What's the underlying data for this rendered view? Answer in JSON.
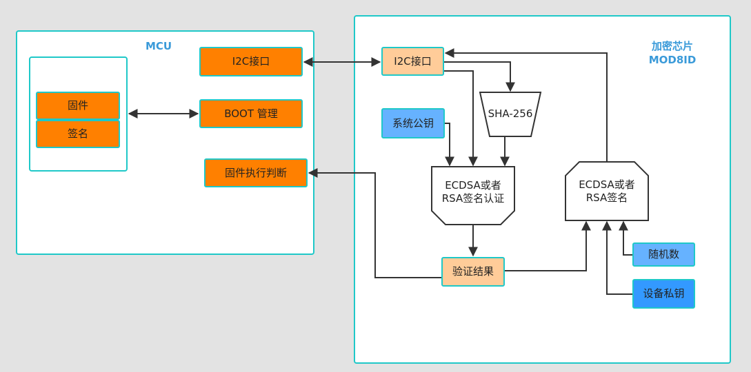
{
  "mcu": {
    "title": "MCU",
    "i2c_label": "I2C接口",
    "firmware_label": "固件",
    "signature_label": "签名",
    "boot_label": "BOOT 管理",
    "exec_label": "固件执行判断"
  },
  "chip": {
    "title_line1": "加密芯片",
    "title_line2": "MOD8ID",
    "i2c_label": "I2C接口",
    "pubkey_label": "系统公钥",
    "sha_label": "SHA-256",
    "verify_label": "ECDSA或者RSA签名认证",
    "sign_label": "ECDSA或者RSA签名",
    "result_label": "验证结果",
    "random_label": "随机数",
    "privkey_label": "设备私钥"
  },
  "colors": {
    "border": "#1ec8c8",
    "mcu_block": "#ff8000",
    "chip_block": "#ffcc99",
    "key_light": "#66b2ff",
    "key_dark": "#3399ff",
    "title": "#3a9ad9"
  }
}
